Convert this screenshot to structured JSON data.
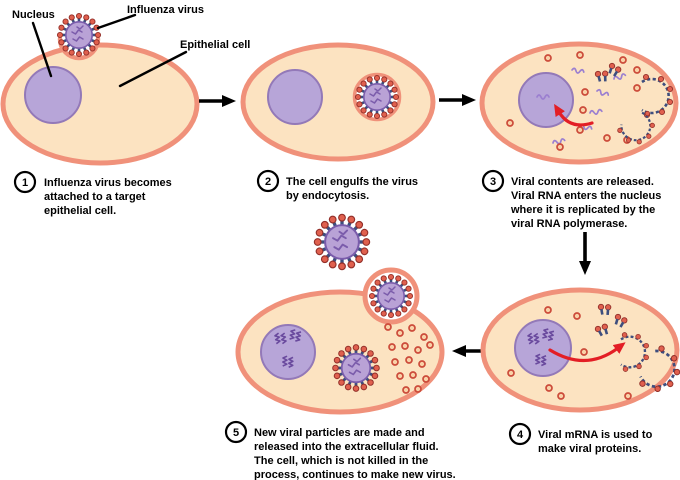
{
  "diagram": {
    "labels": {
      "nucleus": "Nucleus",
      "influenza_virus": "Influenza virus",
      "epithelial_cell": "Epithelial cell"
    },
    "steps": [
      {
        "number": "1",
        "lines": [
          "Influenza virus becomes",
          "attached to a target",
          "epithelial cell."
        ]
      },
      {
        "number": "2",
        "lines": [
          "The cell engulfs the virus",
          "by endocytosis."
        ]
      },
      {
        "number": "3",
        "lines": [
          "Viral contents are released.",
          "Viral RNA enters the nucleus",
          "where it is replicated by the",
          "viral RNA polymerase."
        ]
      },
      {
        "number": "4",
        "lines": [
          "Viral mRNA is used to",
          "make viral proteins."
        ]
      },
      {
        "number": "5",
        "lines": [
          "New viral particles are made and",
          "released into the extracellular fluid.",
          "The cell, which is not killed in the",
          "process, continues to make new virus."
        ]
      }
    ]
  },
  "colors": {
    "background": "#ffffff",
    "text": "#000000",
    "cell-fill": "#fce3c1",
    "cell-stroke": "#f0917a",
    "nucleus-fill": "#b7a5d8",
    "nucleus-stroke": "#9379b8",
    "virus-fill": "#b9a2d6",
    "virus-stroke": "#7a5cab",
    "virus-rna": "#7b5cab",
    "rna-cluster": "#6a4a9e",
    "squiggle": "#9b7fd0",
    "spike-stem": "#3e4e7e",
    "spike-knob": "#e0604e",
    "spike-knob-stroke": "#93302a",
    "dot-fill": "#f9d2a8",
    "dot-stroke": "#cc4b3a",
    "arrow-red": "#e31e25",
    "arrow-black": "#000000"
  }
}
